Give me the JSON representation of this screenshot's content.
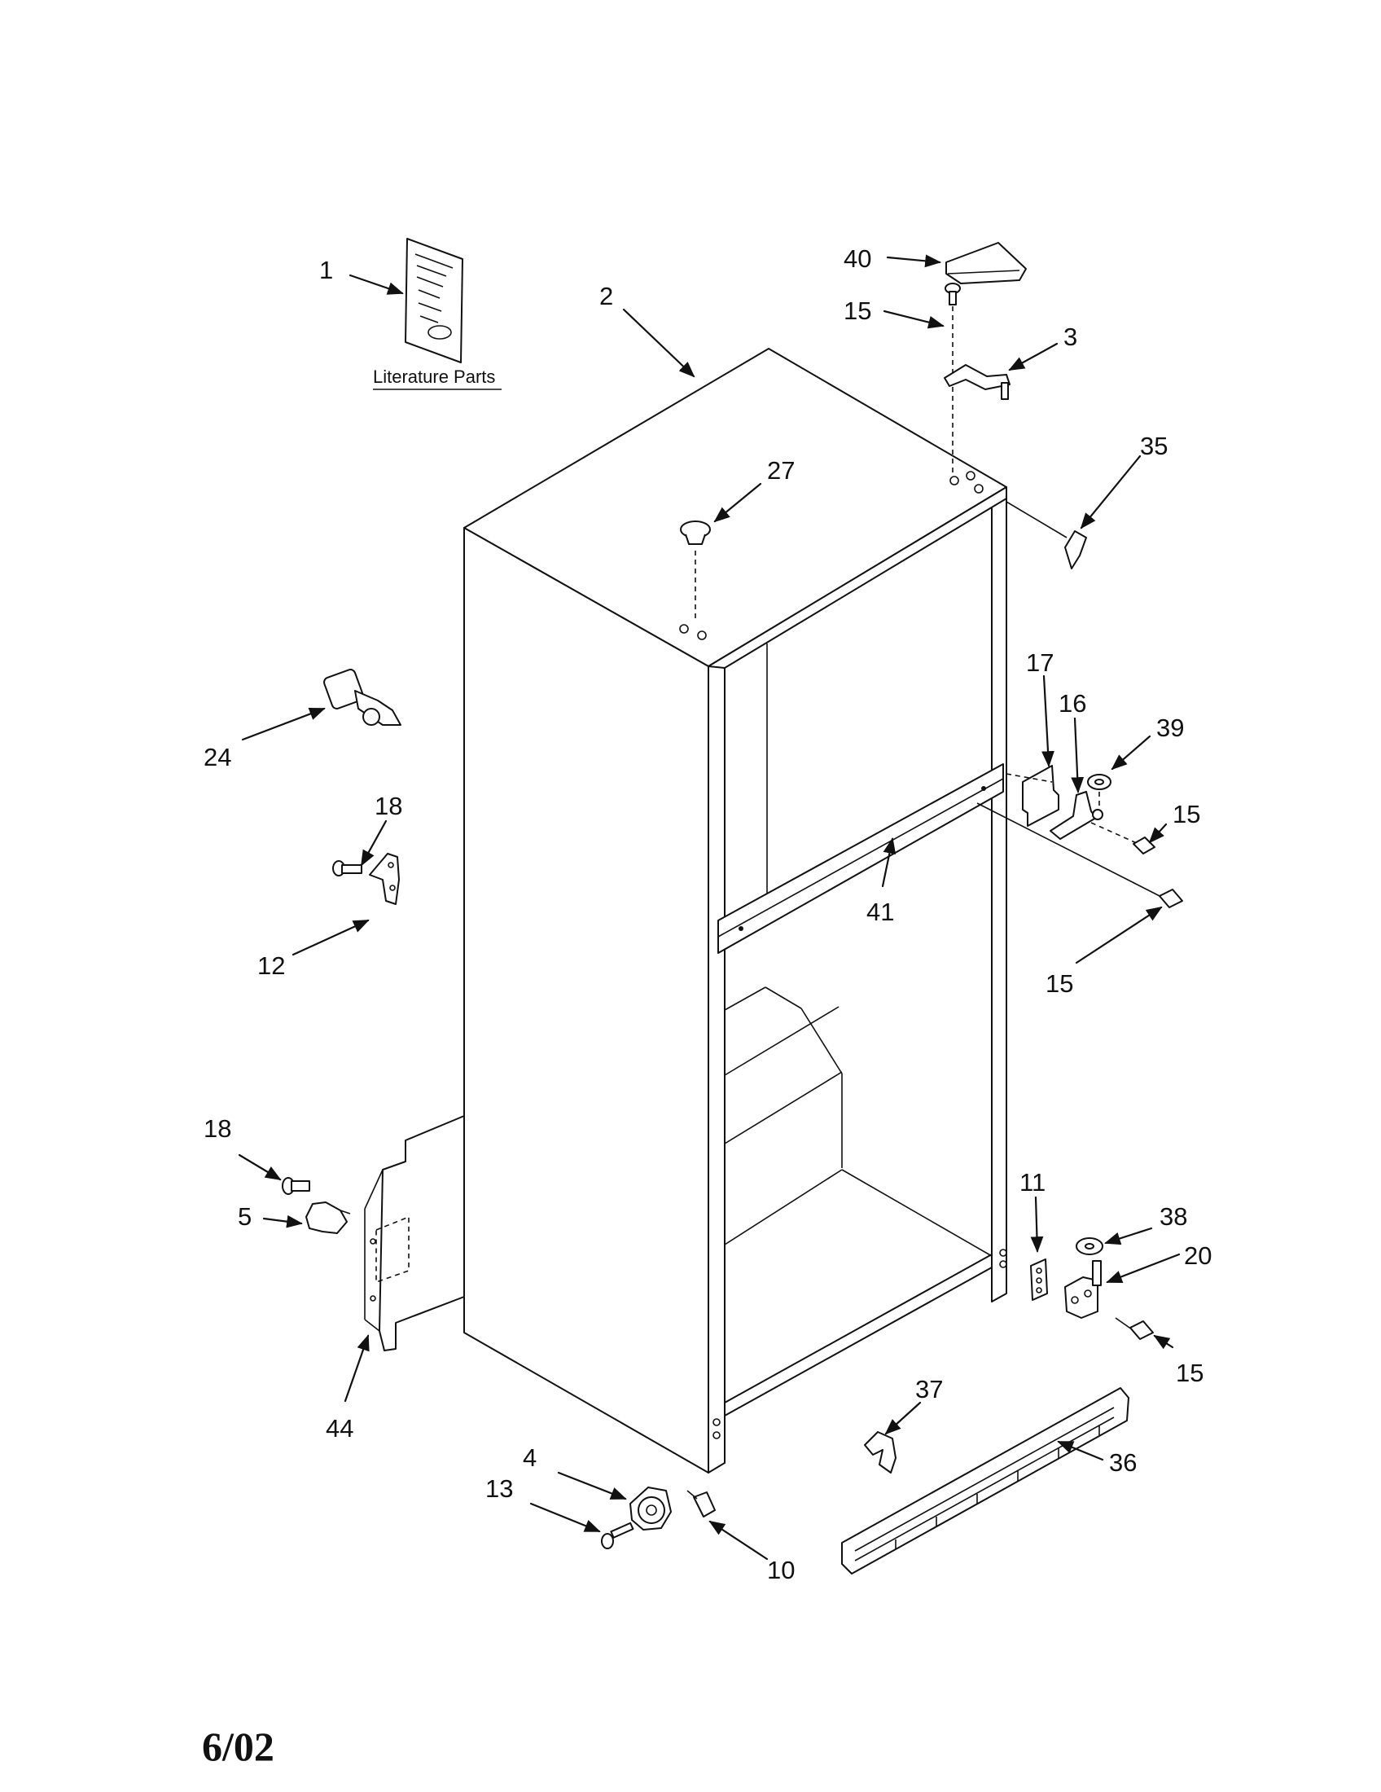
{
  "literature": {
    "caption": "Literature Parts"
  },
  "callouts": [
    {
      "id": "c1",
      "text": "1"
    },
    {
      "id": "c2",
      "text": "2"
    },
    {
      "id": "c40",
      "text": "40"
    },
    {
      "id": "c15a",
      "text": "15"
    },
    {
      "id": "c3",
      "text": "3"
    },
    {
      "id": "c35",
      "text": "35"
    },
    {
      "id": "c27",
      "text": "27"
    },
    {
      "id": "c24",
      "text": "24"
    },
    {
      "id": "c17",
      "text": "17"
    },
    {
      "id": "c16",
      "text": "16"
    },
    {
      "id": "c39",
      "text": "39"
    },
    {
      "id": "c15b",
      "text": "15"
    },
    {
      "id": "c18a",
      "text": "18"
    },
    {
      "id": "c41",
      "text": "41"
    },
    {
      "id": "c12",
      "text": "12"
    },
    {
      "id": "c15c",
      "text": "15"
    },
    {
      "id": "c18b",
      "text": "18"
    },
    {
      "id": "c11",
      "text": "11"
    },
    {
      "id": "c38",
      "text": "38"
    },
    {
      "id": "c5",
      "text": "5"
    },
    {
      "id": "c20",
      "text": "20"
    },
    {
      "id": "c15d",
      "text": "15"
    },
    {
      "id": "c44",
      "text": "44"
    },
    {
      "id": "c37",
      "text": "37"
    },
    {
      "id": "c36",
      "text": "36"
    },
    {
      "id": "c4",
      "text": "4"
    },
    {
      "id": "c13",
      "text": "13"
    },
    {
      "id": "c10",
      "text": "10"
    }
  ],
  "footer": {
    "date": "6/02"
  }
}
